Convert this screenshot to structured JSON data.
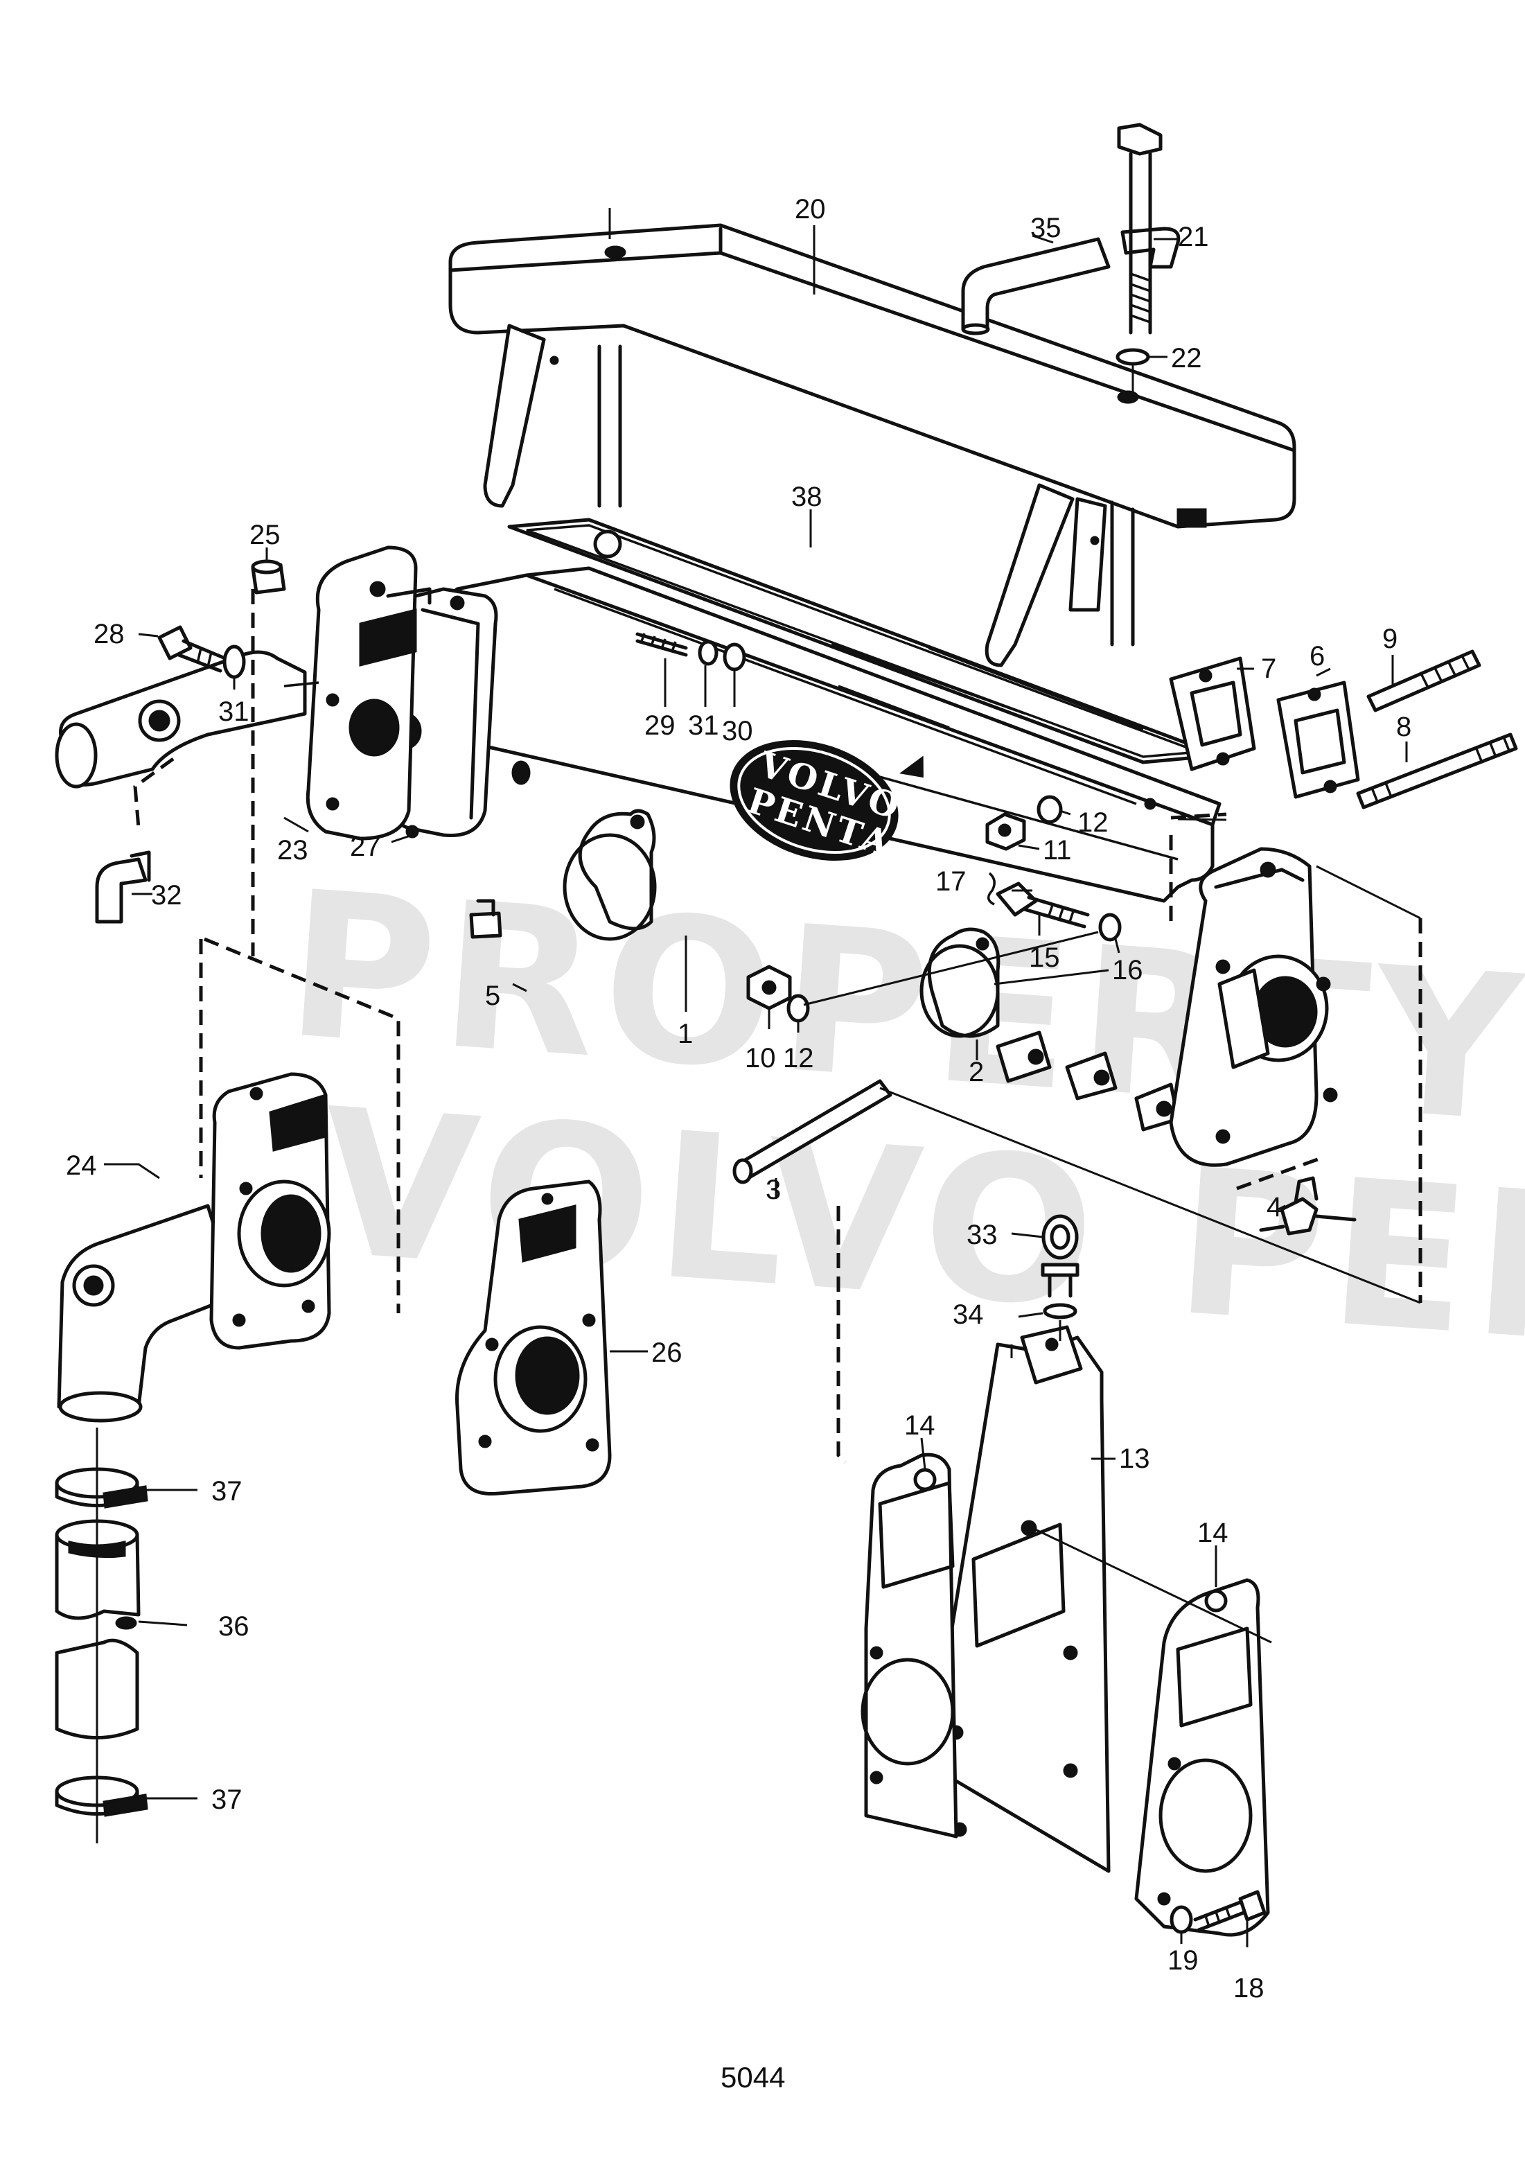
{
  "diagram": {
    "figure_number": "5044",
    "watermark_lines": [
      "PROPERTY OF",
      "VOLVO PENTA"
    ],
    "logo_lines": [
      "VOLVO",
      "PENTA"
    ],
    "callouts": [
      {
        "id": "c20",
        "label": "20"
      },
      {
        "id": "c35",
        "label": "35"
      },
      {
        "id": "c21",
        "label": "21"
      },
      {
        "id": "c22",
        "label": "22"
      },
      {
        "id": "c38",
        "label": "38"
      },
      {
        "id": "c25",
        "label": "25"
      },
      {
        "id": "c28",
        "label": "28"
      },
      {
        "id": "c31a",
        "label": "31"
      },
      {
        "id": "c29",
        "label": "29"
      },
      {
        "id": "c31b",
        "label": "31"
      },
      {
        "id": "c30",
        "label": "30"
      },
      {
        "id": "c7",
        "label": "7"
      },
      {
        "id": "c6",
        "label": "6"
      },
      {
        "id": "c9",
        "label": "9"
      },
      {
        "id": "c8",
        "label": "8"
      },
      {
        "id": "c23",
        "label": "23"
      },
      {
        "id": "c27",
        "label": "27"
      },
      {
        "id": "c32",
        "label": "32"
      },
      {
        "id": "c12a",
        "label": "12"
      },
      {
        "id": "c11",
        "label": "11"
      },
      {
        "id": "c17",
        "label": "17"
      },
      {
        "id": "c15",
        "label": "15"
      },
      {
        "id": "c16",
        "label": "16"
      },
      {
        "id": "c5",
        "label": "5"
      },
      {
        "id": "c1",
        "label": "1"
      },
      {
        "id": "c10",
        "label": "10"
      },
      {
        "id": "c12b",
        "label": "12"
      },
      {
        "id": "c2",
        "label": "2"
      },
      {
        "id": "c24",
        "label": "24"
      },
      {
        "id": "c3",
        "label": "3"
      },
      {
        "id": "c4",
        "label": "4"
      },
      {
        "id": "c33",
        "label": "33"
      },
      {
        "id": "c34",
        "label": "34"
      },
      {
        "id": "c26",
        "label": "26"
      },
      {
        "id": "c13",
        "label": "13"
      },
      {
        "id": "c14a",
        "label": "14"
      },
      {
        "id": "c14b",
        "label": "14"
      },
      {
        "id": "c37a",
        "label": "37"
      },
      {
        "id": "c36",
        "label": "36"
      },
      {
        "id": "c37b",
        "label": "37"
      },
      {
        "id": "c19",
        "label": "19"
      },
      {
        "id": "c18",
        "label": "18"
      }
    ]
  }
}
